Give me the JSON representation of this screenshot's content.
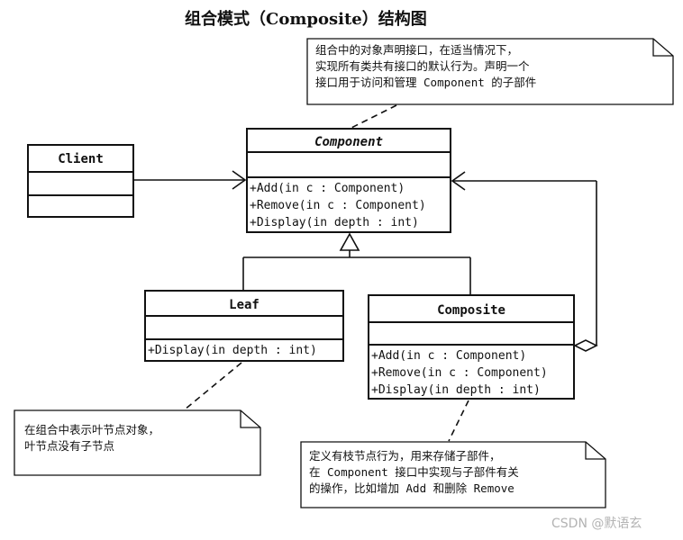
{
  "title": "组合模式（Composite）结构图",
  "classes": {
    "client": {
      "name": "Client"
    },
    "component": {
      "name": "Component",
      "operations": [
        "+Add(in c : Component)",
        "+Remove(in c : Component)",
        "+Display(in depth : int)"
      ]
    },
    "leaf": {
      "name": "Leaf",
      "operations": [
        "+Display(in depth : int)"
      ]
    },
    "composite": {
      "name": "Composite",
      "operations": [
        "+Add(in c : Component)",
        "+Remove(in c : Component)",
        "+Display(in depth : int)"
      ]
    }
  },
  "notes": {
    "component": "组合中的对象声明接口，在适当情况下，\n实现所有类共有接口的默认行为。声明一个\n接口用于访问和管理 Component 的子部件",
    "leaf": "在组合中表示叶节点对象，\n叶节点没有子节点",
    "composite": "定义有枝节点行为，用来存储子部件，\n在 Component 接口中实现与子部件有关\n的操作，比如增加 Add 和删除 Remove"
  },
  "watermark": "CSDN @默语玄"
}
